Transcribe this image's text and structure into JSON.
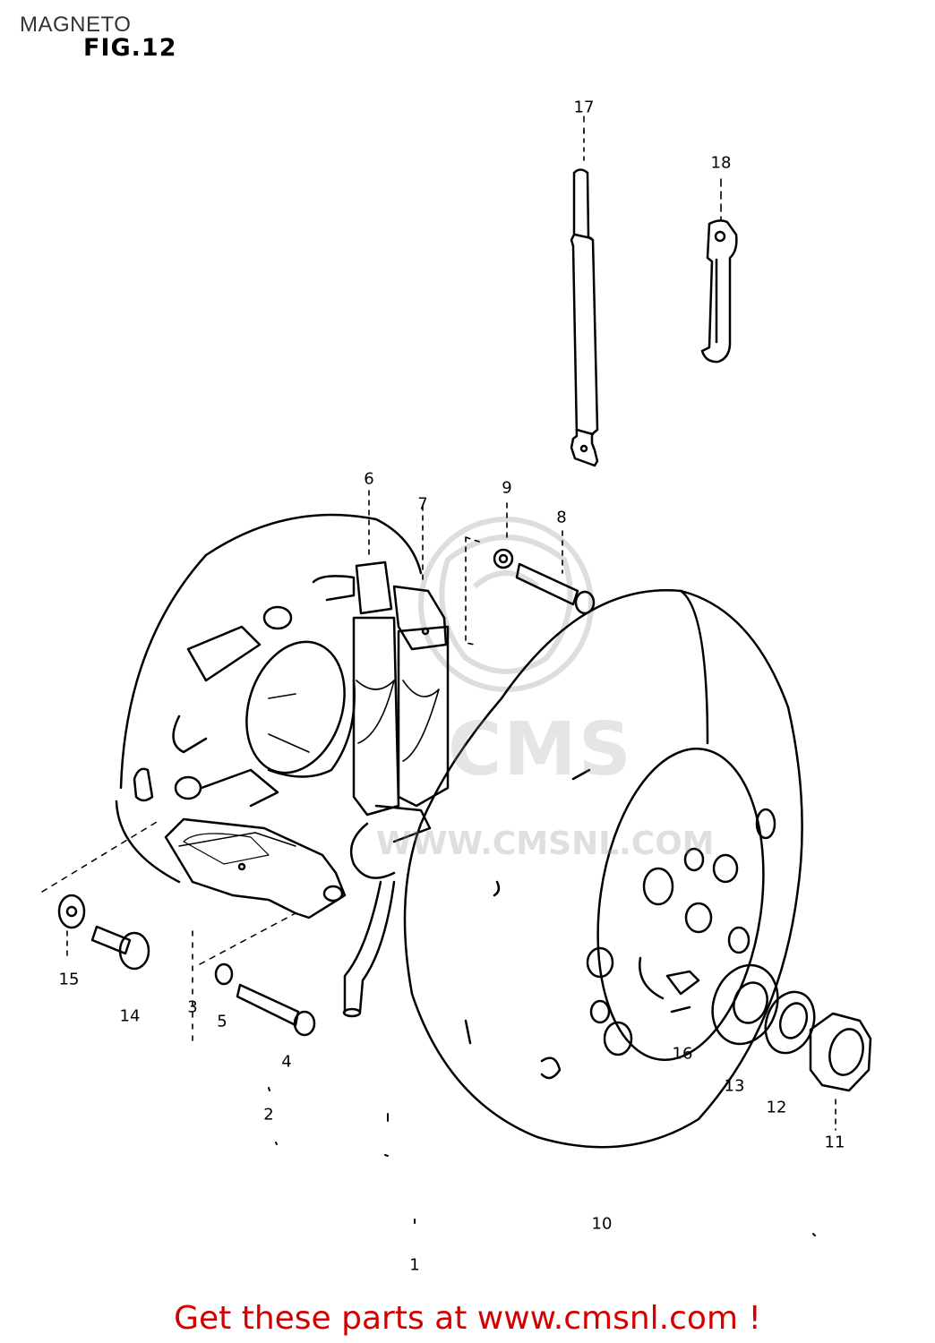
{
  "header": {
    "title": "MAGNETO",
    "figure": "FIG.12"
  },
  "callouts": [
    "1",
    "2",
    "3",
    "4",
    "5",
    "6",
    "7",
    "8",
    "9",
    "10",
    "11",
    "12",
    "13",
    "14",
    "15",
    "16",
    "17",
    "18"
  ],
  "watermark": {
    "brand": "CMS",
    "url": "WWW.CMSNL.COM"
  },
  "footer": {
    "text": "Get these parts at www.cmsnl.com !"
  }
}
